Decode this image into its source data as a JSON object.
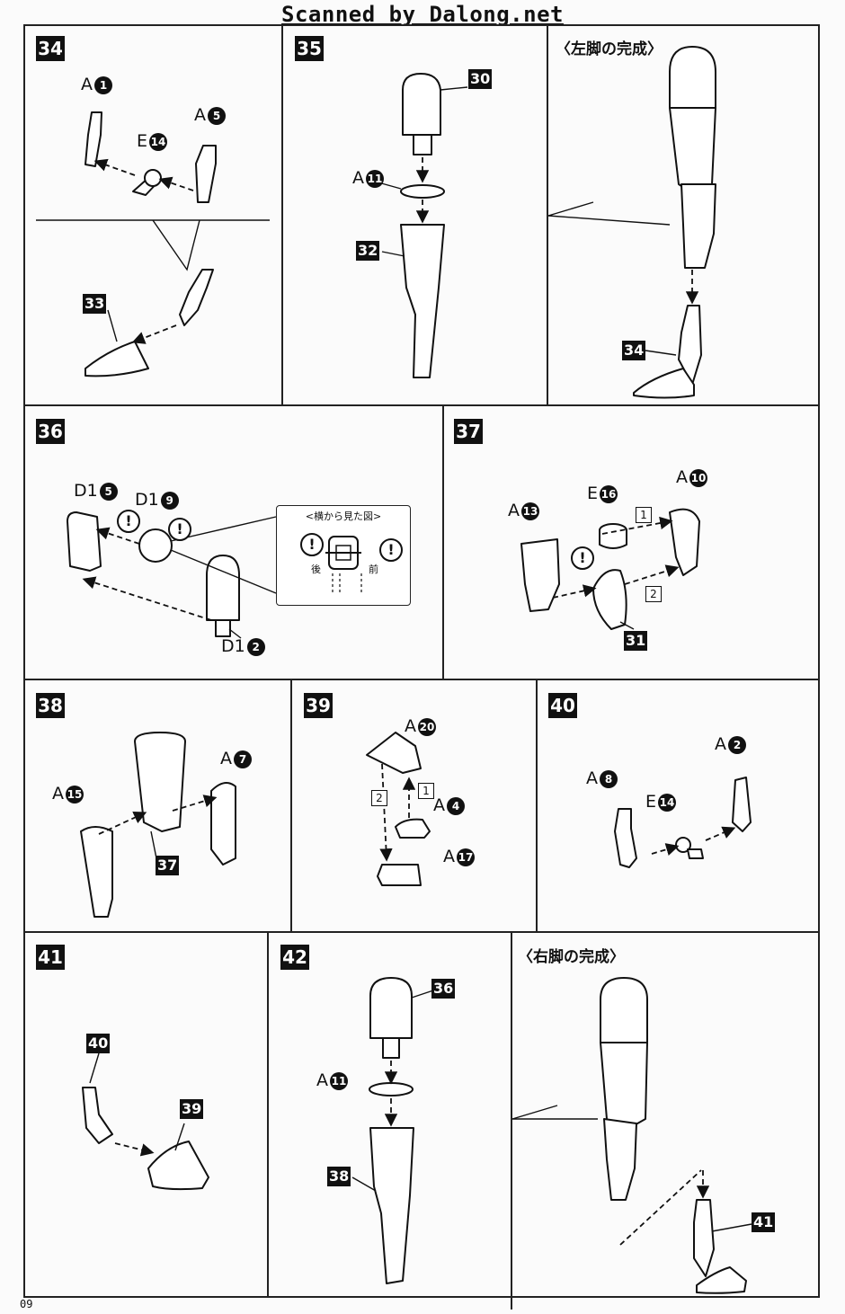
{
  "header": "Scanned by Dalong.net",
  "page_number": "09",
  "steps": {
    "s34": "34",
    "s35": "35",
    "s36": "36",
    "s37": "37",
    "s38": "38",
    "s39": "39",
    "s40": "40",
    "s41": "41",
    "s42": "42"
  },
  "captions": {
    "left_leg_complete": "〈左脚の完成〉",
    "right_leg_complete": "〈右脚の完成〉",
    "side_view": "<横から見た図>",
    "back": "後",
    "front": "前"
  },
  "part_tags": {
    "t30": "30",
    "t32": "32",
    "t33": "33",
    "t34": "34",
    "t31": "31",
    "t37": "37",
    "t40": "40",
    "t39": "39",
    "t36": "36",
    "t38": "38",
    "t41": "41"
  },
  "parts": {
    "p34_a1": {
      "runner": "A",
      "num": "1"
    },
    "p34_a5": {
      "runner": "A",
      "num": "5"
    },
    "p34_e14": {
      "runner": "E",
      "num": "14"
    },
    "p35_a11": {
      "runner": "A",
      "num": "11"
    },
    "p36_d15": {
      "runner": "D1",
      "num": "5"
    },
    "p36_d19": {
      "runner": "D1",
      "num": "9"
    },
    "p36_d12": {
      "runner": "D1",
      "num": "2"
    },
    "p37_e16": {
      "runner": "E",
      "num": "16"
    },
    "p37_a10": {
      "runner": "A",
      "num": "10"
    },
    "p37_a13": {
      "runner": "A",
      "num": "13"
    },
    "p38_a15": {
      "runner": "A",
      "num": "15"
    },
    "p38_a7": {
      "runner": "A",
      "num": "7"
    },
    "p39_a20": {
      "runner": "A",
      "num": "20"
    },
    "p39_a4": {
      "runner": "A",
      "num": "4"
    },
    "p39_a17": {
      "runner": "A",
      "num": "17"
    },
    "p40_a2": {
      "runner": "A",
      "num": "2"
    },
    "p40_a8": {
      "runner": "A",
      "num": "8"
    },
    "p40_e14": {
      "runner": "E",
      "num": "14"
    },
    "p42_a11": {
      "runner": "A",
      "num": "11"
    }
  },
  "sequence_marks": {
    "m1": "1",
    "m2": "2",
    "m3": "1",
    "m4": "2"
  },
  "warning_glyph": "!",
  "colors": {
    "ink": "#111111",
    "paper": "#fbfbfb"
  }
}
